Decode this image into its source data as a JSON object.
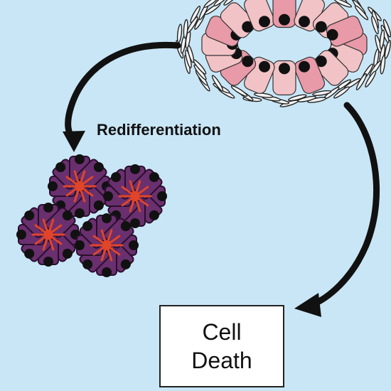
{
  "labels": {
    "redifferentiation": "Redifferentiation",
    "cell_death_line1": "Cell",
    "cell_death_line2": "Death"
  },
  "colors": {
    "background": "#c9e6f6",
    "organoid_cell_fill": "#f2c3c6",
    "organoid_cell_fill_alt": "#e89aa8",
    "nucleus": "#111111",
    "cluster_cell_fill": "#6a2f6e",
    "cluster_cell_edge": "#2a0f2e",
    "cluster_core": "#e0452a",
    "arrow": "#111111",
    "box_fill": "#ffffff"
  }
}
